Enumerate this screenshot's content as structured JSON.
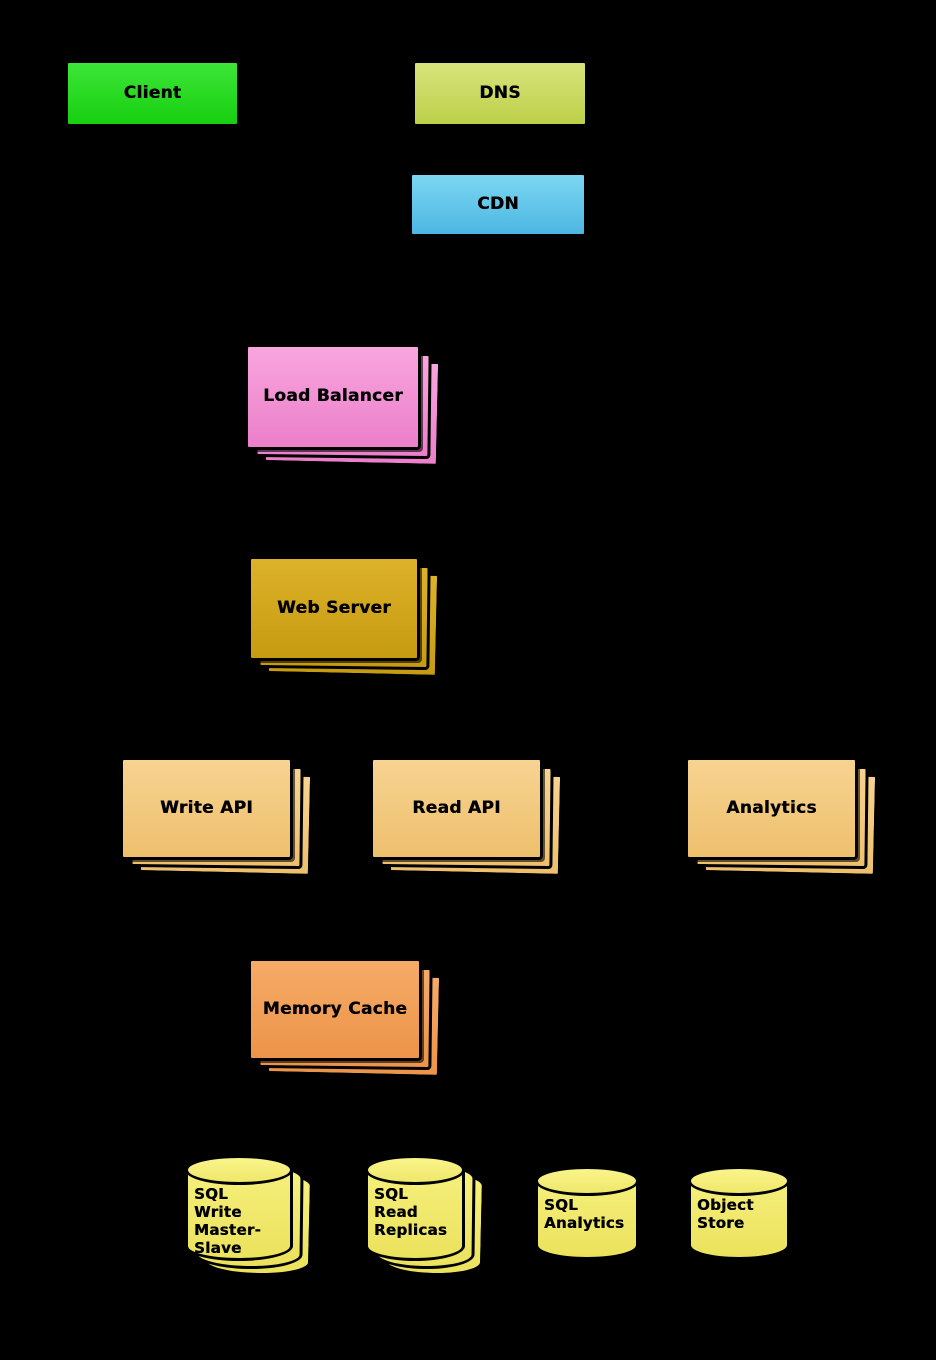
{
  "nodes": {
    "client": {
      "label": "Client"
    },
    "dns": {
      "label": "DNS"
    },
    "cdn": {
      "label": "CDN"
    },
    "load_balancer": {
      "label": "Load Balancer"
    },
    "web_server": {
      "label": "Web Server"
    },
    "write_api": {
      "label": "Write API"
    },
    "read_api": {
      "label": "Read API"
    },
    "analytics": {
      "label": "Analytics"
    },
    "memory_cache": {
      "label": "Memory Cache"
    },
    "sql_write_master_slave": {
      "label": "SQL\nWrite\nMaster-\nSlave"
    },
    "sql_read_replicas": {
      "label": "SQL\nRead\nReplicas"
    },
    "sql_analytics": {
      "label": "SQL\nAnalytics"
    },
    "object_store": {
      "label": "Object\nStore"
    }
  },
  "colors": {
    "background": "#000000",
    "client": "#2bdb22",
    "dns": "#c9d95f",
    "cdn": "#60c8ea",
    "load_balancer": "#f293d4",
    "web_server": "#d0a418",
    "api": "#f3ca80",
    "memory_cache": "#f1a058",
    "database": "#f2ea6c",
    "border": "#000000",
    "text": "#000000"
  }
}
